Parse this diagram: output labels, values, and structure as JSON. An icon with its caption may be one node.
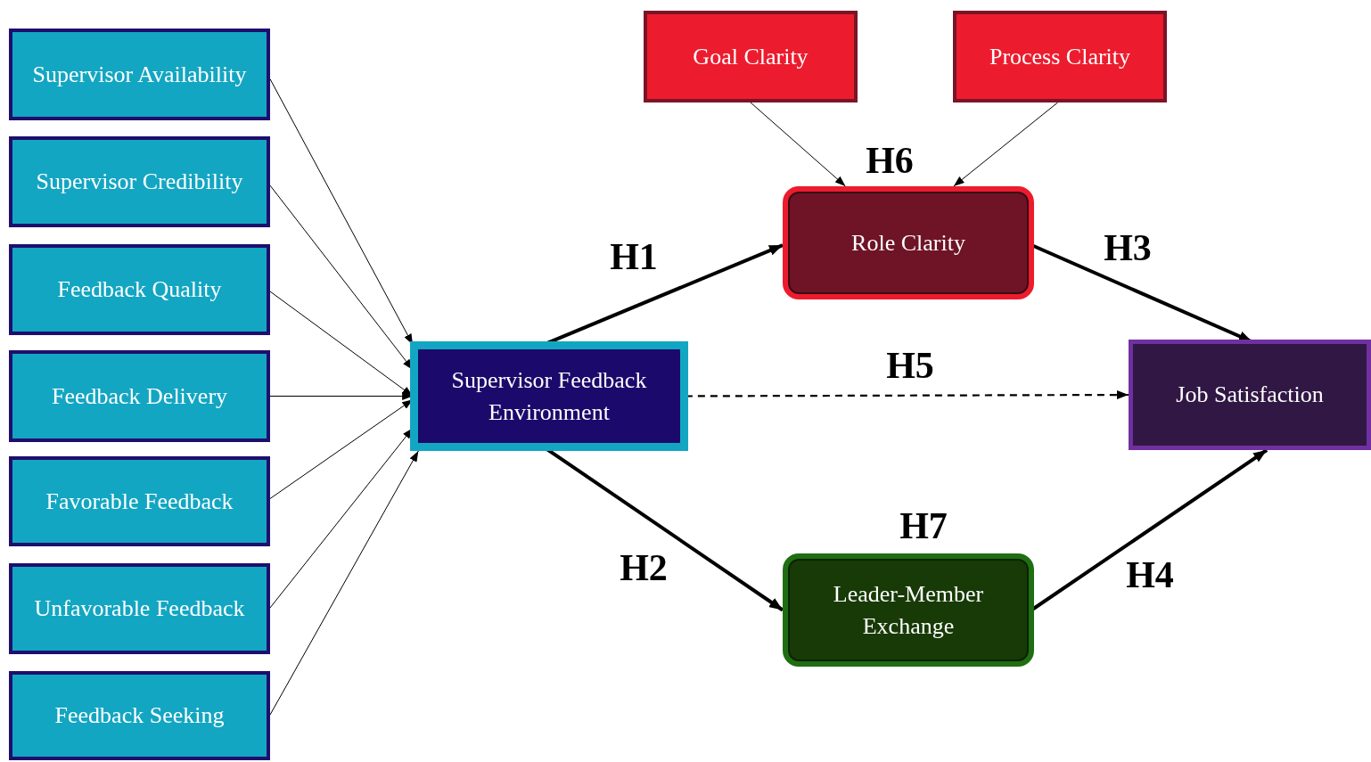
{
  "diagram": {
    "nodes": [
      {
        "text": [
          "Supervisor Availability"
        ]
      },
      {
        "text": [
          "Supervisor Credibility"
        ]
      },
      {
        "text": [
          "Feedback Quality"
        ]
      },
      {
        "text": [
          "Feedback Delivery"
        ]
      },
      {
        "text": [
          "Favorable Feedback"
        ]
      },
      {
        "text": [
          "Unfavorable Feedback"
        ]
      },
      {
        "text": [
          "Feedback Seeking"
        ]
      },
      {
        "text": [
          "Goal Clarity"
        ]
      },
      {
        "text": [
          "Process Clarity"
        ]
      },
      {
        "text": [
          "Supervisor Feedback Environment"
        ]
      },
      {
        "text": [
          "Role Clarity"
        ],
        "beside": [
          "H6"
        ]
      },
      {
        "text": [
          "Job Satisfaction"
        ]
      },
      {
        "text": [
          "Leader-Member Exchange"
        ],
        "beside": [
          "H7"
        ]
      }
    ],
    "edges": [
      {
        "from": 0,
        "to": 9,
        "arrow": "to"
      },
      {
        "from": 1,
        "to": 9,
        "arrow": "to"
      },
      {
        "from": 2,
        "to": 9,
        "arrow": "to"
      },
      {
        "from": 3,
        "to": 9,
        "arrow": "to"
      },
      {
        "from": 4,
        "to": 9,
        "arrow": "to"
      },
      {
        "from": 5,
        "to": 9,
        "arrow": "to"
      },
      {
        "from": 6,
        "to": 9,
        "arrow": "to"
      },
      {
        "from": 7,
        "to": 10,
        "arrow": "to"
      },
      {
        "from": 8,
        "to": 10,
        "arrow": "to"
      },
      {
        "from": 9,
        "to": 10,
        "arrow": "to",
        "label": "H1",
        "style": "thick"
      },
      {
        "from": 9,
        "to": 12,
        "arrow": "to",
        "label": "H2",
        "style": "thick"
      },
      {
        "from": 10,
        "to": 11,
        "arrow": "to",
        "label": "H3",
        "style": "thick"
      },
      {
        "from": 12,
        "to": 11,
        "arrow": "to",
        "label": "H4",
        "style": "thick"
      },
      {
        "from": 9,
        "to": 11,
        "arrow": "to",
        "label": "H5",
        "style": "dashed"
      }
    ]
  }
}
